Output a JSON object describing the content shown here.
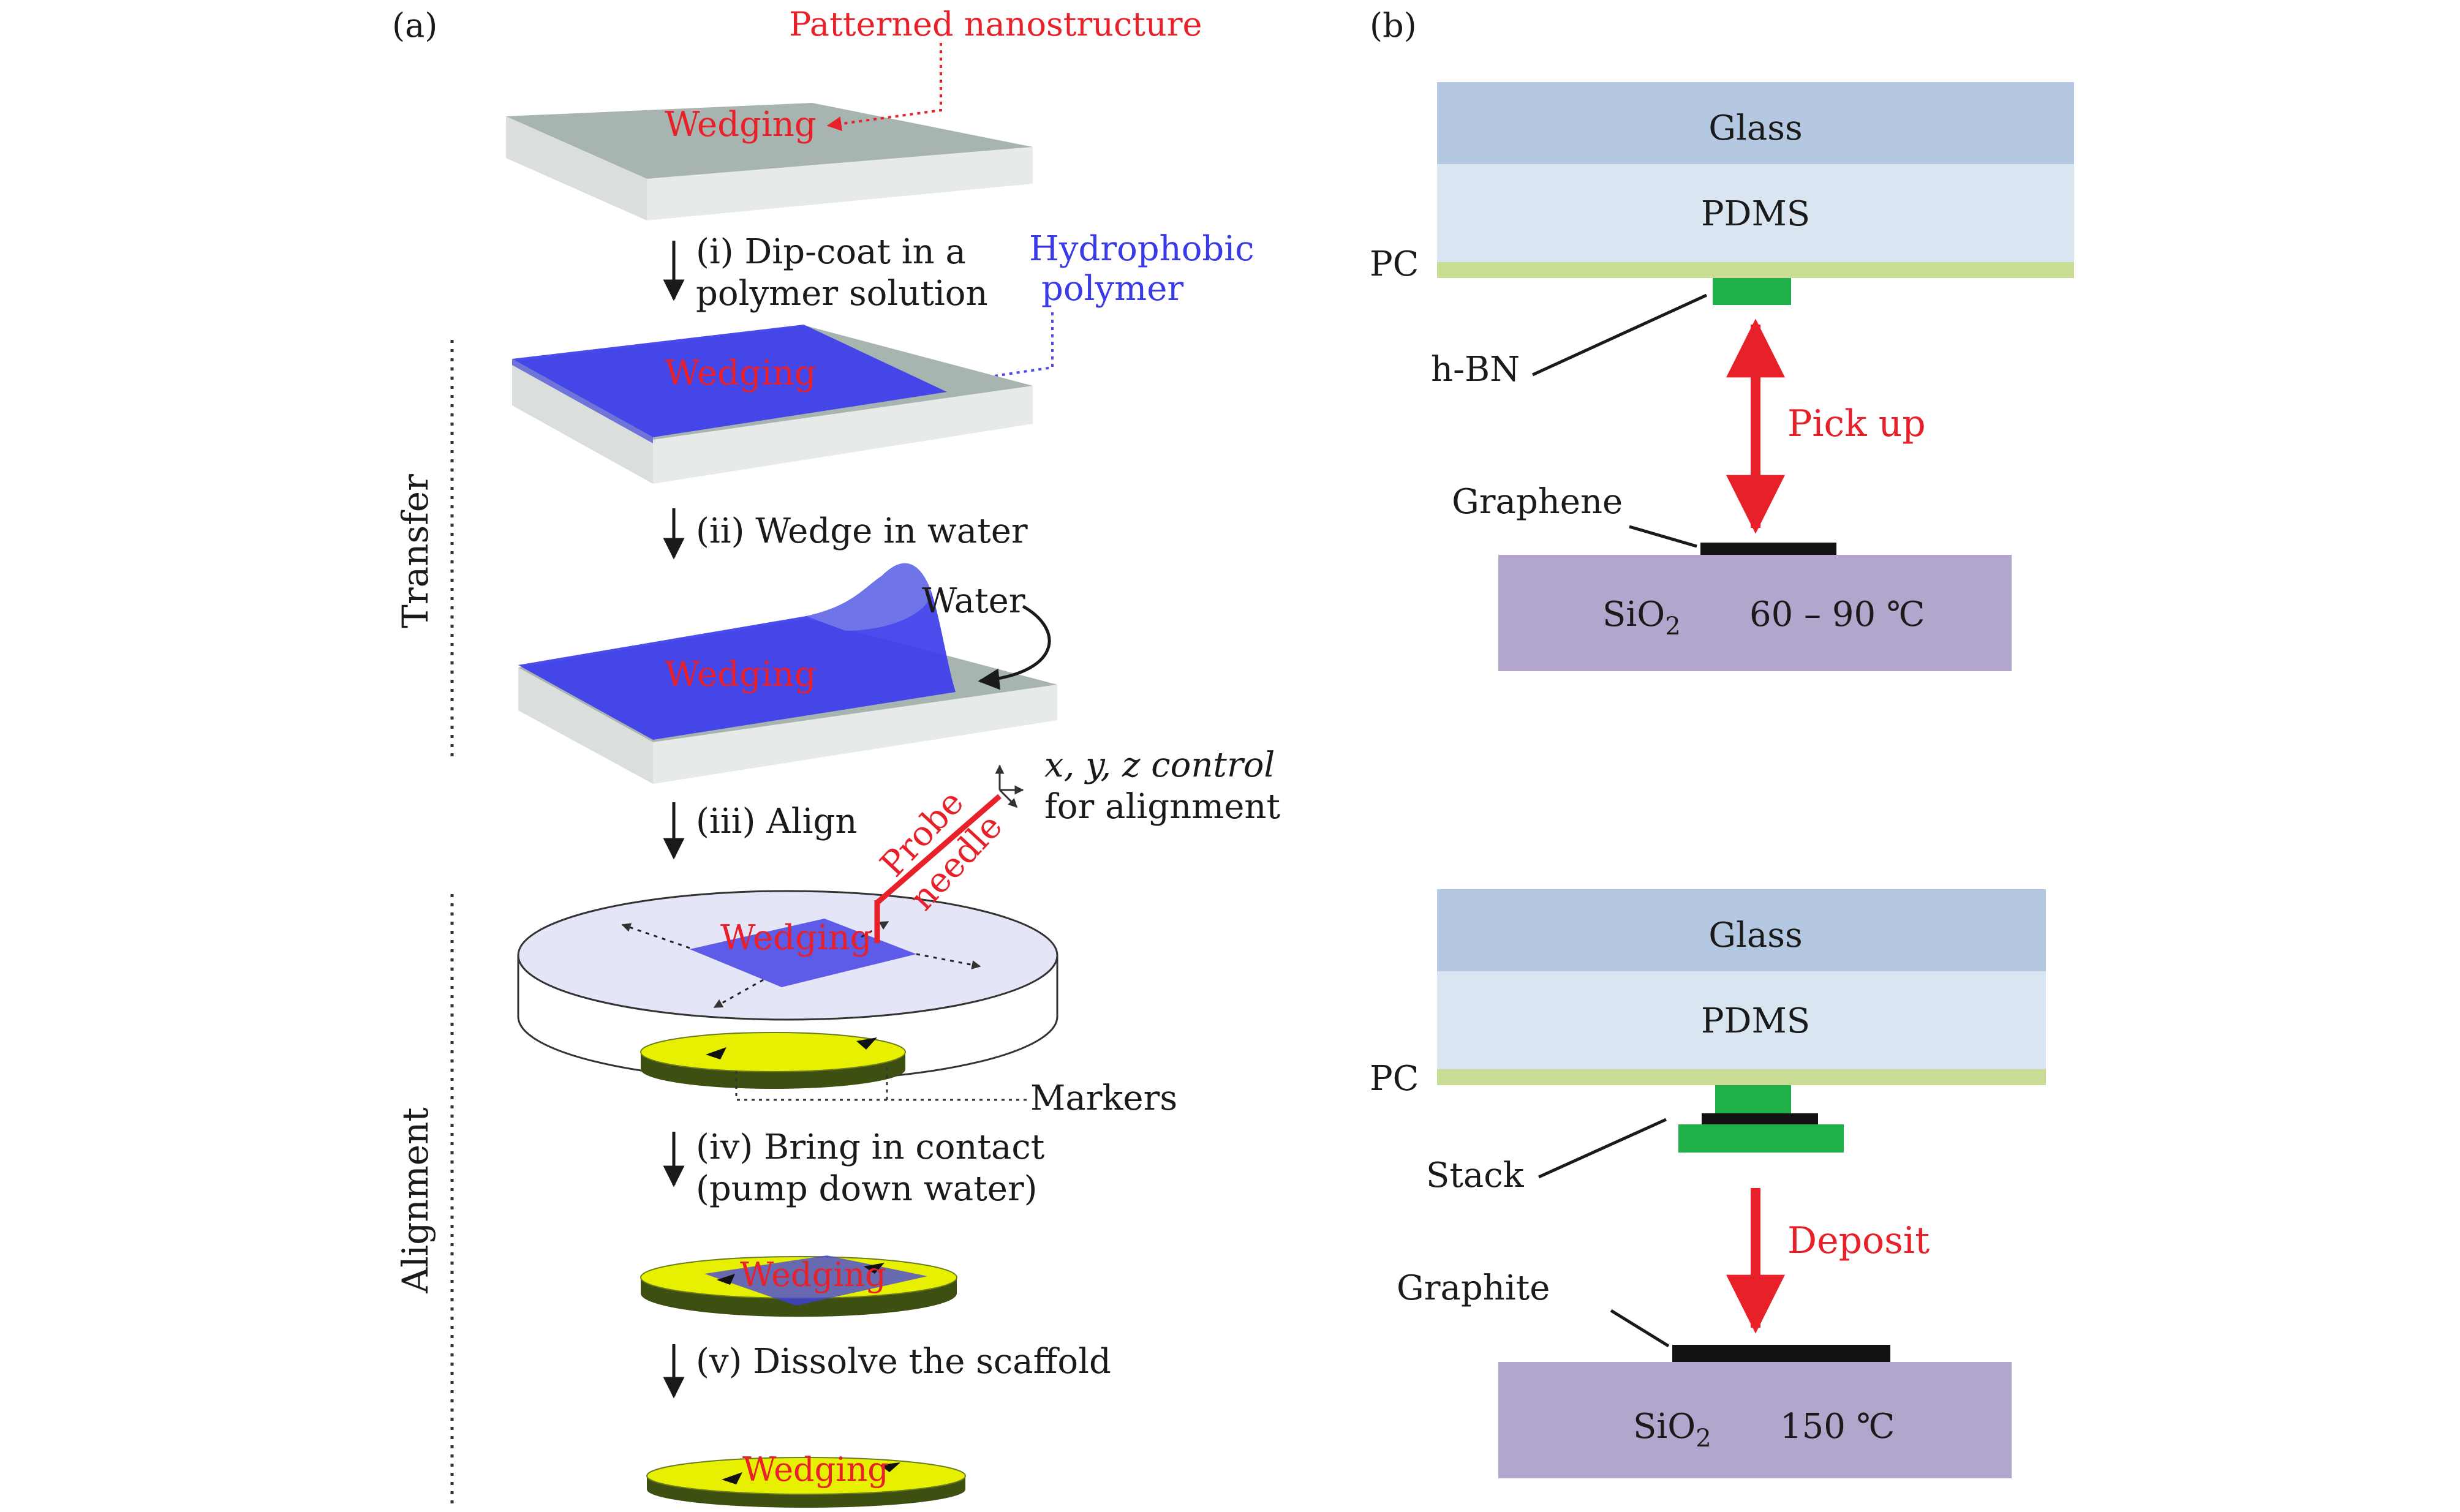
{
  "panel_a": {
    "label": "(a)",
    "side_labels": {
      "transfer": "Transfer",
      "alignment": "Alignment"
    },
    "top_annotation": "Patterned nanostructure",
    "wedging": "Wedging",
    "steps": {
      "i_line1": "(i) Dip-coat in a",
      "i_line2": "polymer solution",
      "ii": "(ii) Wedge in water",
      "iii": "(iii) Align",
      "iv_line1": "(iv) Bring in contact",
      "iv_line2": "(pump down water)",
      "v": "(v) Dissolve the scaffold"
    },
    "hydrophobic_line1": "Hydrophobic",
    "hydrophobic_line2": "polymer",
    "water": "Water",
    "probe": "Probe",
    "needle": "needle",
    "xyz_line1": "x, y, z control",
    "xyz_line2": "for alignment",
    "markers": "Markers"
  },
  "panel_b": {
    "label": "(b)",
    "top": {
      "glass": "Glass",
      "pdms": "PDMS",
      "pc": "PC",
      "hbn": "h-BN",
      "action": "Pick up",
      "graphene": "Graphene",
      "substrate": "SiO",
      "substrate_sub": "2",
      "temperature": "60 – 90 ℃"
    },
    "bottom": {
      "glass": "Glass",
      "pdms": "PDMS",
      "pc": "PC",
      "stack": "Stack",
      "action": "Deposit",
      "graphite": "Graphite",
      "substrate": "SiO",
      "substrate_sub": "2",
      "temperature": "150 ℃"
    }
  },
  "colors": {
    "glass": "#b5c8e2",
    "pdms": "#d9e6f2",
    "pc": "#c9dc94",
    "hbn": "#1fb04a",
    "sio2": "#b3a6cd",
    "polymer": "#3d3dec",
    "sample": "#e6f000",
    "red_text": "#e8202a",
    "blue_text": "#3a3ae6"
  }
}
